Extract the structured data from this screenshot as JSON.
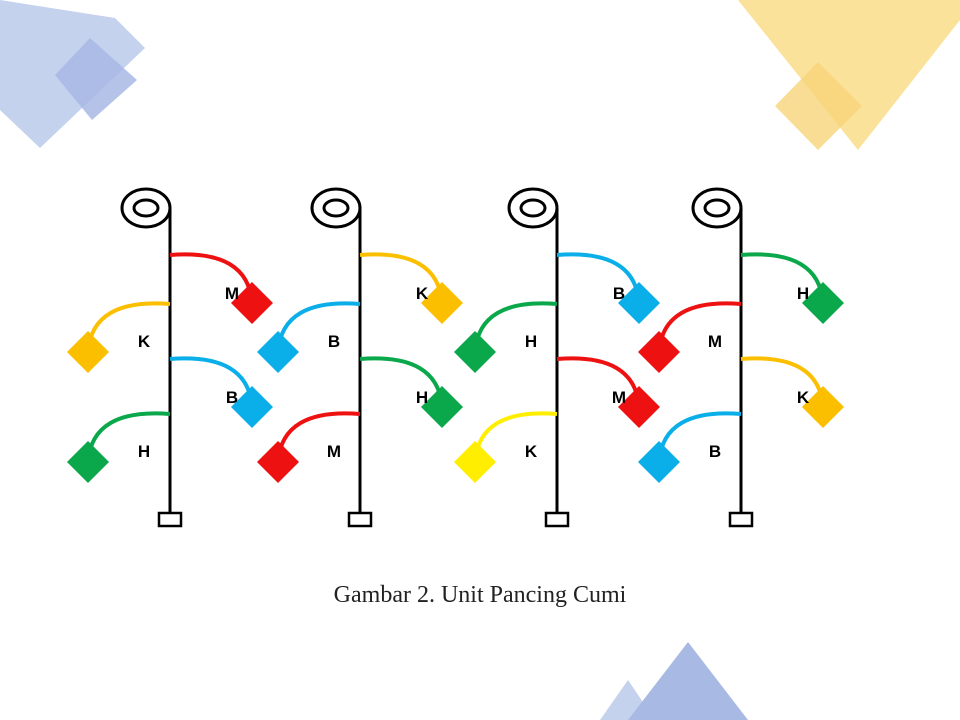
{
  "caption": "Gambar 2. Unit Pancing Cumi",
  "colors": {
    "M": "#ee1111",
    "K": "#fbbf00",
    "B": "#0aaee8",
    "H": "#0aa84a",
    "K_yellow": "#ffee00",
    "decor_blue": "#c4d2ee",
    "decor_blue_dark": "#a8b9e4",
    "decor_yellow": "#fbe29a",
    "decor_yellow_dark": "#f8d479"
  },
  "units": [
    {
      "lures": [
        {
          "label": "M",
          "color": "M",
          "side": "right"
        },
        {
          "label": "K",
          "color": "K",
          "side": "left"
        },
        {
          "label": "B",
          "color": "B",
          "side": "right"
        },
        {
          "label": "H",
          "color": "H",
          "side": "left"
        }
      ]
    },
    {
      "lures": [
        {
          "label": "K",
          "color": "K",
          "side": "right"
        },
        {
          "label": "B",
          "color": "B",
          "side": "left"
        },
        {
          "label": "H",
          "color": "H",
          "side": "right"
        },
        {
          "label": "M",
          "color": "M",
          "side": "left"
        }
      ]
    },
    {
      "lures": [
        {
          "label": "B",
          "color": "B",
          "side": "right"
        },
        {
          "label": "H",
          "color": "H",
          "side": "left"
        },
        {
          "label": "M",
          "color": "M",
          "side": "right"
        },
        {
          "label": "K",
          "color": "K_yellow",
          "side": "left"
        }
      ]
    },
    {
      "lures": [
        {
          "label": "H",
          "color": "H",
          "side": "right"
        },
        {
          "label": "M",
          "color": "M",
          "side": "left"
        },
        {
          "label": "K",
          "color": "K",
          "side": "right"
        },
        {
          "label": "B",
          "color": "B",
          "side": "left"
        }
      ]
    }
  ]
}
